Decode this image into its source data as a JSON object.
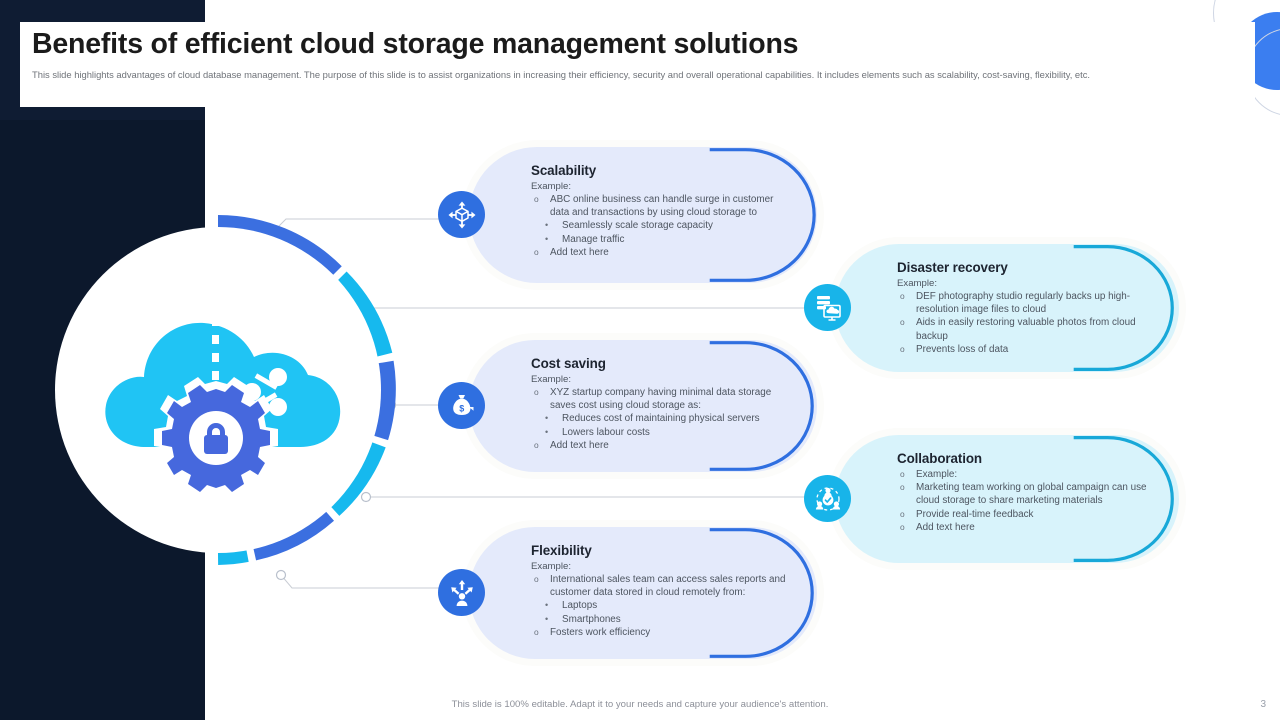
{
  "slide": {
    "title": "Benefits of efficient cloud storage management solutions",
    "subtitle": "This slide highlights advantages of cloud database management. The purpose of this slide is to assist organizations in increasing their efficiency, security and overall operational capabilities. It includes elements such as scalability, cost-saving, flexibility, etc.",
    "footer_note": "This slide is 100% editable. Adapt it to your needs and capture your audience's attention.",
    "page_number": "3"
  },
  "hub": {
    "icon": "cloud-gear-lock-icon",
    "ring_colors": [
      "#3b6fe0",
      "#16b9ee",
      "#3b6fe0",
      "#16b9ee",
      "#3b6fe0",
      "#16b9ee"
    ]
  },
  "colors": {
    "blue": "#2f6fe0",
    "cyan": "#18b4e9",
    "card_blue_fill": "#e4eafb",
    "card_cyan_fill": "#d8f3fb",
    "dark_panel": "#0f1c33",
    "title_text": "#1b1b1b",
    "body_text": "#4d5560"
  },
  "cards": [
    {
      "id": "scalability",
      "title": "Scalability",
      "example_label": "Example:",
      "accent": "blue",
      "icon": "scale-arrows-cube-icon",
      "items": [
        {
          "level": 1,
          "text": "ABC  online business can handle surge in customer data and transactions by using cloud storage to"
        },
        {
          "level": 2,
          "text": "Seamlessly scale storage capacity"
        },
        {
          "level": 2,
          "text": "Manage traffic"
        },
        {
          "level": 1,
          "text": "Add text here"
        }
      ]
    },
    {
      "id": "disaster-recovery",
      "title": "Disaster recovery",
      "example_label": "Example:",
      "accent": "cyan",
      "icon": "server-cloud-backup-icon",
      "items": [
        {
          "level": 1,
          "text": "DEF photography studio regularly backs up high-resolution image files to cloud"
        },
        {
          "level": 1,
          "text": "Aids in easily restoring valuable photos from cloud backup"
        },
        {
          "level": 1,
          "text": "Prevents loss of data"
        }
      ]
    },
    {
      "id": "cost-saving",
      "title": "Cost saving",
      "example_label": "Example:",
      "accent": "blue",
      "icon": "money-bag-icon",
      "items": [
        {
          "level": 1,
          "text": "XYZ  startup company having minimal data storage saves cost using cloud storage as:"
        },
        {
          "level": 2,
          "text": "Reduces cost of maintaining physical servers"
        },
        {
          "level": 2,
          "text": "Lowers labour costs"
        },
        {
          "level": 1,
          "text": "Add text here"
        }
      ]
    },
    {
      "id": "collaboration",
      "title": "Collaboration",
      "example_label": "",
      "accent": "cyan",
      "icon": "team-collaboration-icon",
      "items": [
        {
          "level": 1,
          "text": "Example:"
        },
        {
          "level": 1,
          "text": "Marketing team working on global campaign can use cloud storage to share marketing materials"
        },
        {
          "level": 1,
          "text": "Provide real-time feedback"
        },
        {
          "level": 1,
          "text": "Add text here"
        }
      ]
    },
    {
      "id": "flexibility",
      "title": "Flexibility",
      "example_label": "Example:",
      "accent": "blue",
      "icon": "person-arrows-branch-icon",
      "items": [
        {
          "level": 1,
          "text": "International sales team can access sales reports and customer data stored in cloud remotely from:"
        },
        {
          "level": 2,
          "text": "Laptops"
        },
        {
          "level": 2,
          "text": "Smartphones"
        },
        {
          "level": 1,
          "text": "Fosters work efficiency"
        }
      ]
    }
  ]
}
